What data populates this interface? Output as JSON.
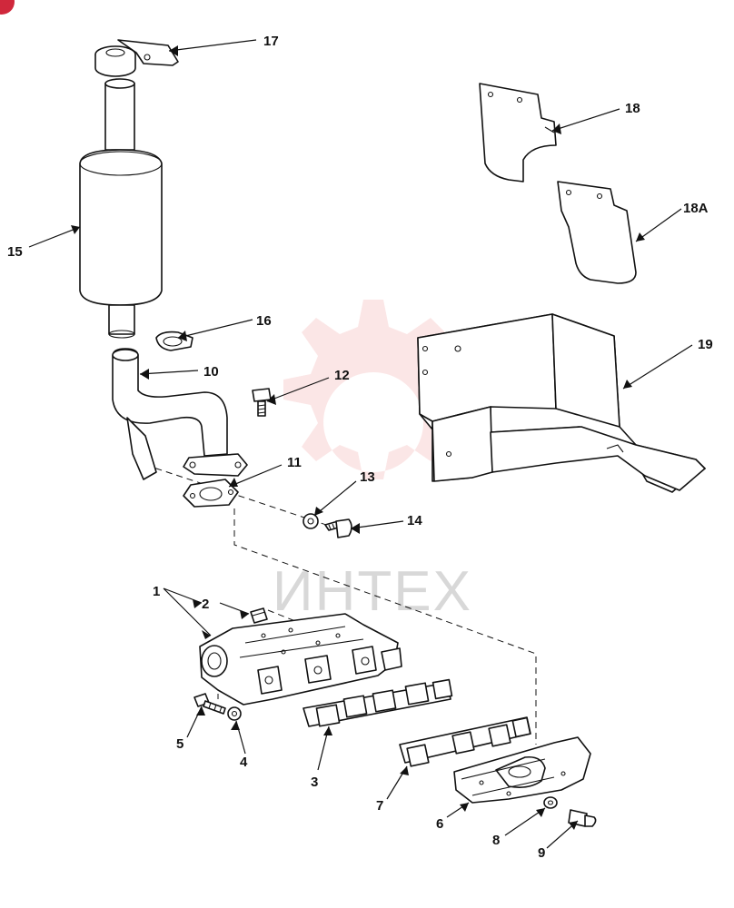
{
  "watermark": {
    "text": "ИНТЕХ",
    "color": "#f4b8b8"
  },
  "callouts": {
    "c1": "1",
    "c2": "2",
    "c3": "3",
    "c4": "4",
    "c5": "5",
    "c6": "6",
    "c7": "7",
    "c8": "8",
    "c9": "9",
    "c10": "10",
    "c11": "11",
    "c12": "12",
    "c13": "13",
    "c14": "14",
    "c15": "15",
    "c16": "16",
    "c17": "17",
    "c18": "18",
    "c18a": "18A",
    "c19": "19"
  },
  "colors": {
    "line": "#111111",
    "background": "#ffffff",
    "corner_badge": "#d0283c"
  }
}
